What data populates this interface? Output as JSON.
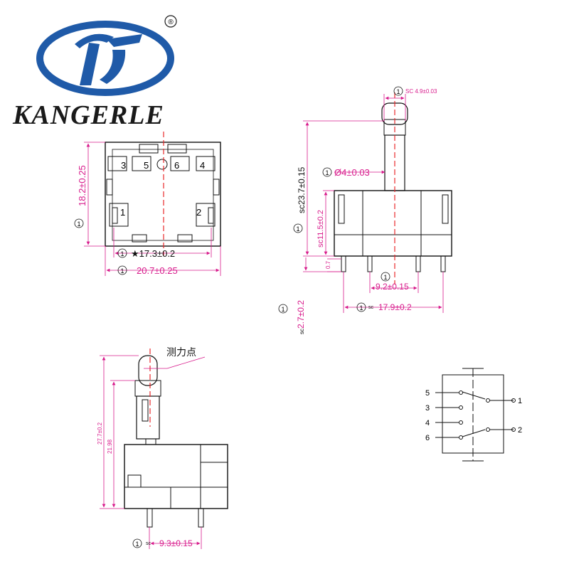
{
  "logo": {
    "brand_name": "KANGERLE",
    "registered_mark": "®",
    "colors": {
      "blue": "#1f5aa8",
      "text": "#1a1a1a"
    }
  },
  "colors": {
    "dimension": "#d81b8c",
    "centerline": "#e8282b",
    "outline": "#111111"
  },
  "top_view": {
    "pin_labels": [
      "3",
      "5",
      "6",
      "4",
      "1",
      "2"
    ],
    "dim_height": "18.2±0.25",
    "dim_pitch": "★17.3±0.2",
    "dim_width": "20.7±0.25",
    "marker": "1"
  },
  "side_view": {
    "dim_top": "SC 4.9±0.03",
    "dim_top_marker": "SC",
    "dim_dia": "Ø4±0.03",
    "dim_total": "sc23.7±0.15",
    "dim_body": "sc11.5±0.2",
    "dim_small": "0.7",
    "dim_pitch_inner": "9.2±0.15",
    "dim_pitch_outer": "17.9±0.2",
    "dim_pin": "2.7±0.2",
    "sc": "sc",
    "marker": "1"
  },
  "front_view": {
    "force_point_label": "测力点",
    "dim_total": "27.7±0.2",
    "dim_body": "21.98",
    "dim_pitch": "9.3±0.15",
    "sc": "sc",
    "marker": "1"
  },
  "schematic": {
    "left_terminals": [
      "5",
      "3",
      "4",
      "6"
    ],
    "right_terminals": [
      "1",
      "2"
    ]
  }
}
